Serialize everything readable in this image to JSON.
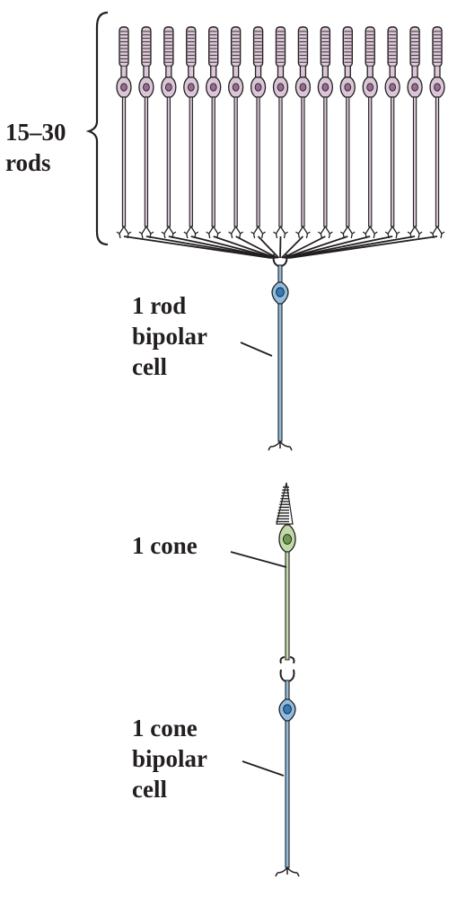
{
  "labels": {
    "rods": "15–30\nrods",
    "rod_bipolar": "1 rod\nbipolar\ncell",
    "cone": "1 cone",
    "cone_bipolar": "1 cone\nbipolar\ncell"
  },
  "diagram": {
    "rod_count_drawn": 15,
    "colors": {
      "rod_fill": "#d9c6d6",
      "rod_nucleus": "#9a6a93",
      "bipolar_fill": "#8fbcdf",
      "bipolar_nucleus": "#2e7bbf",
      "cone_fill": "#c2d9a8",
      "cone_nucleus": "#6e9a50",
      "outline": "#231f20"
    }
  }
}
